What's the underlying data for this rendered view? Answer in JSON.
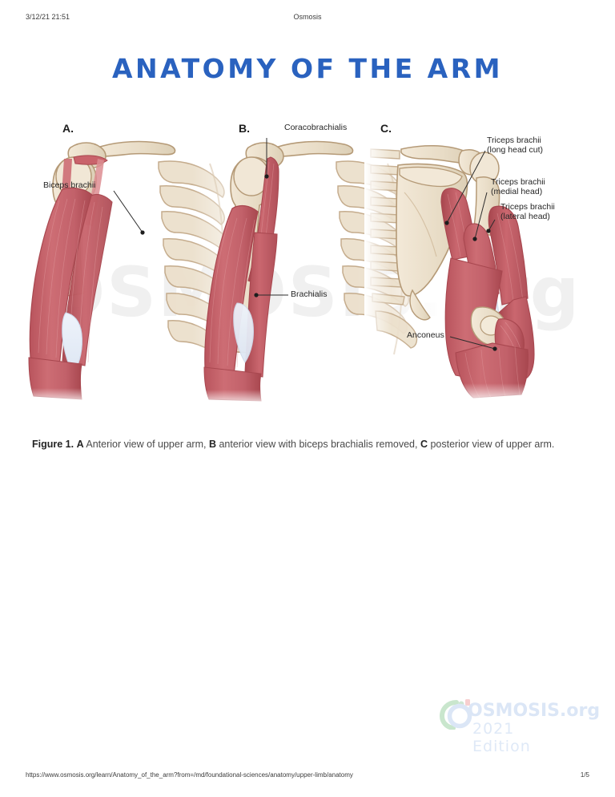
{
  "header": {
    "date": "3/12/21 21:51",
    "site": "Osmosis"
  },
  "title": "ANATOMY OF THE ARM",
  "figure": {
    "watermark": "OSMOSIS.org",
    "panels": [
      {
        "letter": "A.",
        "view": "anterior"
      },
      {
        "letter": "B.",
        "view": "anterior-biceps-removed"
      },
      {
        "letter": "C.",
        "view": "posterior"
      }
    ],
    "labels": [
      {
        "id": "biceps-brachii",
        "text": "Biceps brachii"
      },
      {
        "id": "coracobrachialis",
        "text": "Coracobrachialis"
      },
      {
        "id": "brachialis",
        "text": "Brachialis"
      },
      {
        "id": "triceps-long-head-line1",
        "text": "Triceps brachii"
      },
      {
        "id": "triceps-long-head-line2",
        "text": "(long head cut)"
      },
      {
        "id": "triceps-medial-head-line1",
        "text": "Triceps brachii"
      },
      {
        "id": "triceps-medial-head-line2",
        "text": "(medial head)"
      },
      {
        "id": "triceps-lateral-head-line1",
        "text": "Triceps brachii"
      },
      {
        "id": "triceps-lateral-head-line2",
        "text": "(lateral head)"
      },
      {
        "id": "anconeus",
        "text": "Anconeus"
      }
    ]
  },
  "caption": {
    "figure_number": "Figure 1.",
    "a_marker": "A",
    "a_text": " Anterior view of upper arm, ",
    "b_marker": "B",
    "b_text": " anterior view with biceps brachialis removed, ",
    "c_marker": "C",
    "c_text": " posterior view of upper arm."
  },
  "logo": {
    "name": "OSMOSIS.org",
    "edition": "2021 Edition"
  },
  "footer": {
    "url": "https://www.osmosis.org/learn/Anatomy_of_the_arm?from=/md/foundational-sciences/anatomy/upper-limb/anatomy",
    "page": "1/5"
  },
  "colors": {
    "title_blue": "#2a62bf",
    "muscle": "#c9636b",
    "muscle_dark": "#a8474f",
    "muscle_light": "#dd8d92",
    "bone": "#ece0cc",
    "bone_outline": "#b59a77",
    "tendon": "#e7edf7",
    "label_text": "#262626",
    "logo_green": "#bfe0c4",
    "logo_blue": "#dbe6f6"
  }
}
